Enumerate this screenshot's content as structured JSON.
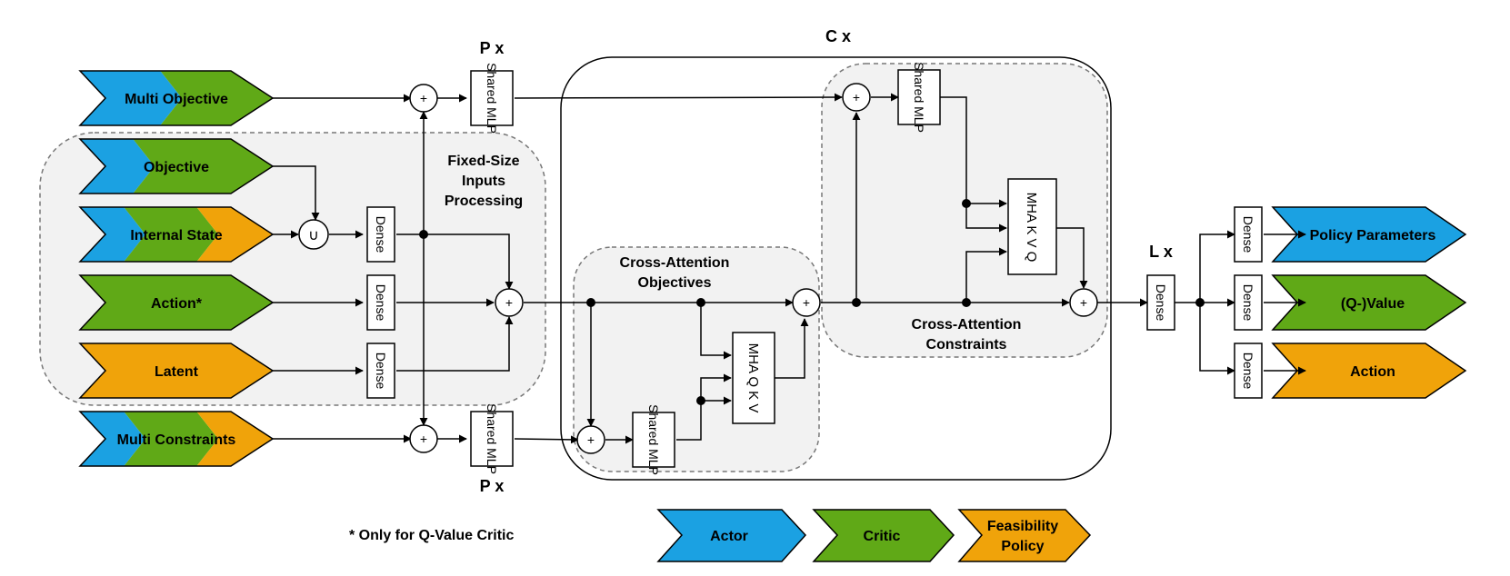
{
  "inputs": {
    "multi_objective": "Multi Objective",
    "objective": "Objective",
    "internal_state": "Internal State",
    "action": "Action*",
    "latent": "Latent",
    "multi_constraints": "Multi Constraints"
  },
  "outputs": {
    "policy_parameters": "Policy Parameters",
    "q_value": "(Q-)Value",
    "action": "Action"
  },
  "blocks": {
    "dense": "Dense",
    "shared_mlp": "Shared MLP",
    "mha_kvq": "MHA K V Q",
    "mha_qkv": "MHA Q K V",
    "union_symbol": "∪",
    "plus_symbol": "+"
  },
  "groups": {
    "fixed_size": [
      "Fixed-Size",
      "Inputs",
      "Processing"
    ],
    "cross_obj": [
      "Cross-Attention",
      "Objectives"
    ],
    "cross_con": [
      "Cross-Attention",
      "Constraints"
    ]
  },
  "repeat_labels": {
    "p_top": "P x",
    "p_bottom": "P x",
    "c": "C x",
    "l": "L x"
  },
  "legend": {
    "actor": "Actor",
    "critic": "Critic",
    "feasibility": [
      "Feasibility",
      "Policy"
    ],
    "footnote": "* Only for Q-Value Critic"
  },
  "colors": {
    "actor": "#1ba1e2",
    "critic": "#60a917",
    "feasibility": "#f0a30a"
  }
}
